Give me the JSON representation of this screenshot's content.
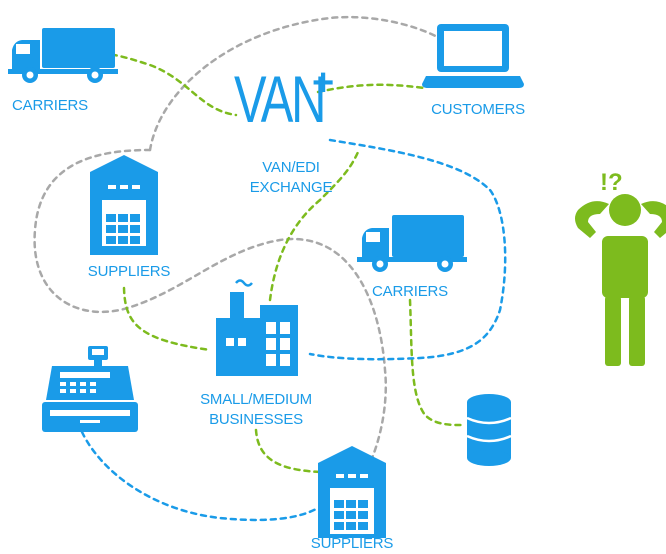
{
  "colors": {
    "blue": "#1a9be8",
    "green": "#7dbb1e",
    "grey": "#a8a8a8"
  },
  "labels": {
    "carriers_top": "CARRIERS",
    "customers": "CUSTOMERS",
    "van_main": "VAN",
    "van_plus": "+",
    "van_sub_1": "VAN/EDI",
    "van_sub_2": "EXCHANGE",
    "suppliers_left": "SUPPLIERS",
    "carriers_right": "CARRIERS",
    "smb_1": "SMALL/MEDIUM",
    "smb_2": "BUSINESSES",
    "suppliers_bottom": "SUPPLIERS",
    "confused_mark": "!?"
  },
  "icons": [
    "truck-icon",
    "laptop-icon",
    "warehouse-icon",
    "factory-icon",
    "cash-register-icon",
    "database-icon",
    "confused-person-icon"
  ]
}
